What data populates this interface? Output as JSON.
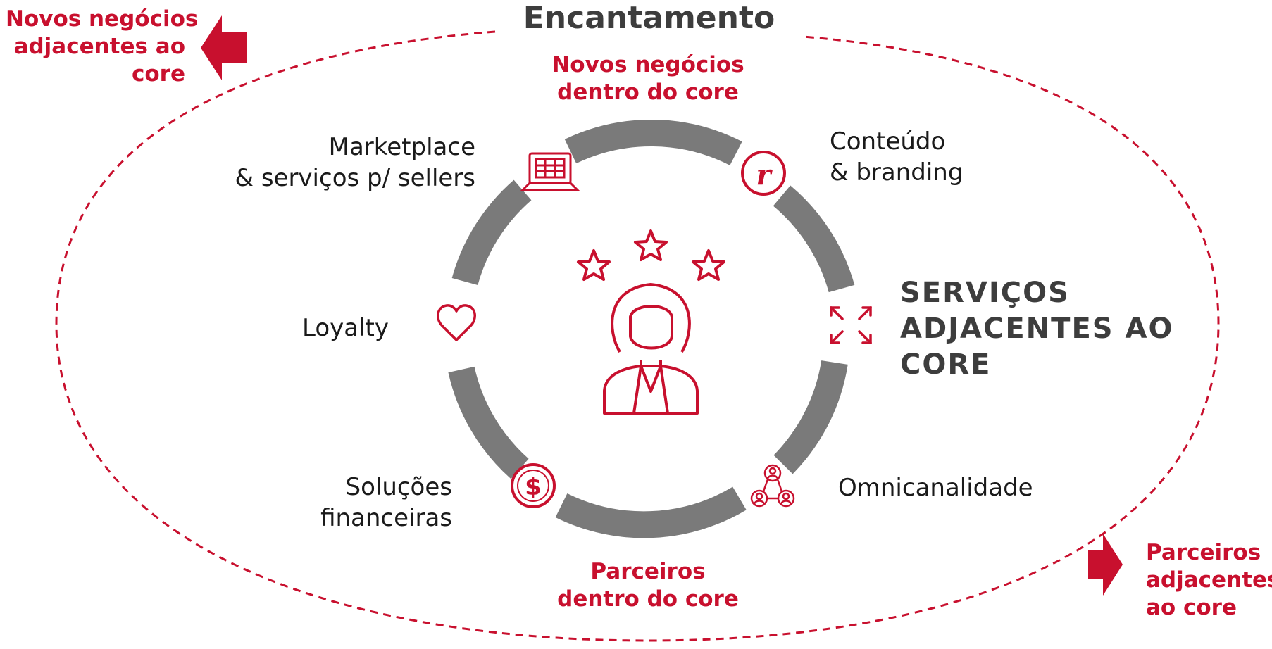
{
  "title": "Encantamento",
  "colors": {
    "accent": "#c8102e",
    "ring": "#7a7a7a",
    "text": "#1a1a1a",
    "heading": "#3d3d3d"
  },
  "corners": {
    "top_left": [
      "Novos negócios",
      "adjacentes ao",
      "core"
    ],
    "bottom_right": [
      "Parceiros",
      "adjacentes",
      "ao core"
    ]
  },
  "axes": {
    "top": [
      "Novos negócios",
      "dentro do core"
    ],
    "bottom": [
      "Parceiros",
      "dentro do core"
    ]
  },
  "nodes": {
    "marketplace": {
      "lines": [
        "Marketplace",
        "& serviços p/ sellers"
      ],
      "icon": "laptop-icon"
    },
    "conteudo": {
      "lines": [
        "Conteúdo",
        "& branding"
      ],
      "icon": "brand-r-icon"
    },
    "loyalty": {
      "lines": [
        "Loyalty"
      ],
      "icon": "heart-icon"
    },
    "servicos": {
      "lines": [
        "SERVIÇOS",
        "ADJACENTES AO",
        "CORE"
      ],
      "icon": "expand-arrows-icon"
    },
    "financeiras": {
      "lines": [
        "Soluções",
        "financeiras"
      ],
      "icon": "dollar-coin-icon"
    },
    "omni": {
      "lines": [
        "Omnicanalidade"
      ],
      "icon": "people-network-icon"
    }
  },
  "center_icon": "customer-with-stars-icon"
}
